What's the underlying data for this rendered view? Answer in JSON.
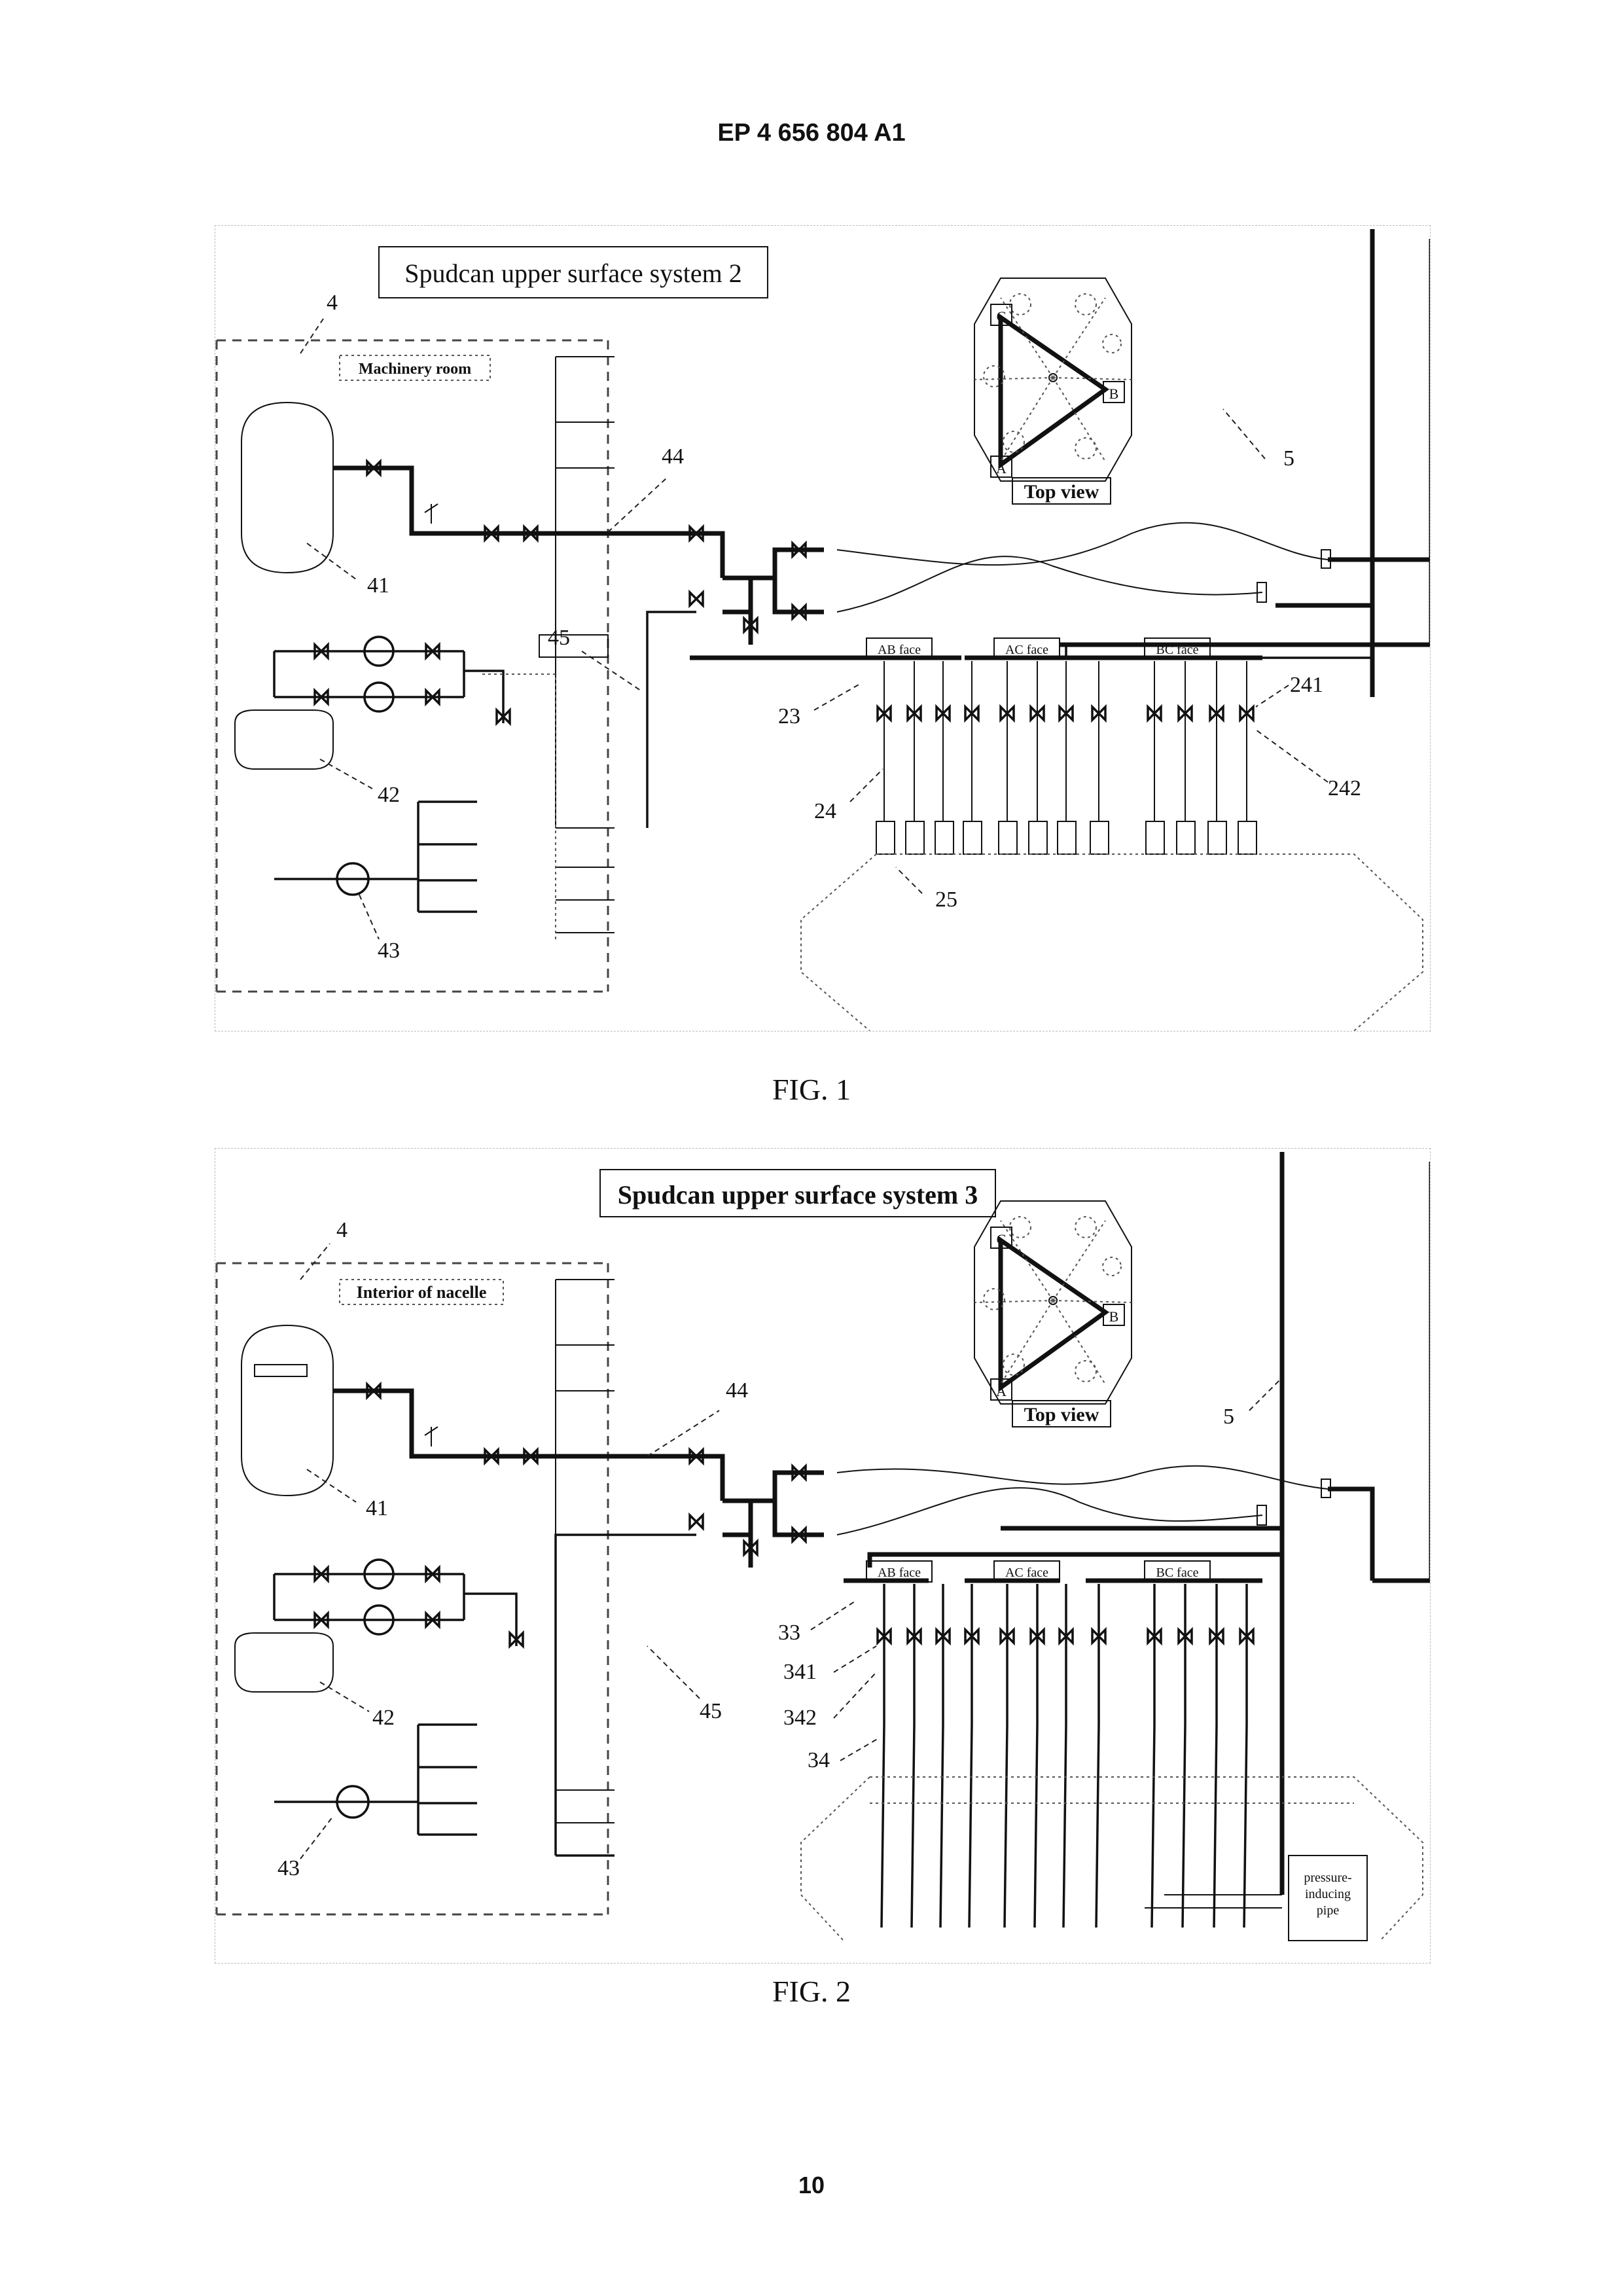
{
  "header": "EP 4 656 804 A1",
  "page_number": "10",
  "figures": [
    {
      "caption": "FIG. 1",
      "title": "Spudcan upper surface system 2",
      "room_label": "Machinery room",
      "top_view_label": "Top view",
      "vertex_labels": [
        "C",
        "B",
        "A"
      ],
      "face_labels": [
        "AB face",
        "AC face",
        "BC face"
      ],
      "refs": {
        "r4": "4",
        "r41": "41",
        "r42": "42",
        "r43": "43",
        "r44": "44",
        "r45": "45",
        "r5": "5",
        "r23": "23",
        "r24": "24",
        "r25": "25",
        "r241": "241",
        "r242": "242"
      }
    },
    {
      "caption": "FIG. 2",
      "title": "Spudcan upper surface system 3",
      "room_label": "Interior of nacelle",
      "top_view_label": "Top view",
      "vertex_labels": [
        "C",
        "B",
        "A"
      ],
      "face_labels": [
        "AB face",
        "AC face",
        "BC face"
      ],
      "pipe_label": [
        "pressure-",
        "inducing",
        "pipe"
      ],
      "refs": {
        "r4": "4",
        "r41": "41",
        "r42": "42",
        "r43": "43",
        "r44": "44",
        "r45": "45",
        "r5": "5",
        "r33": "33",
        "r341": "341",
        "r342": "342",
        "r34": "34"
      }
    }
  ]
}
